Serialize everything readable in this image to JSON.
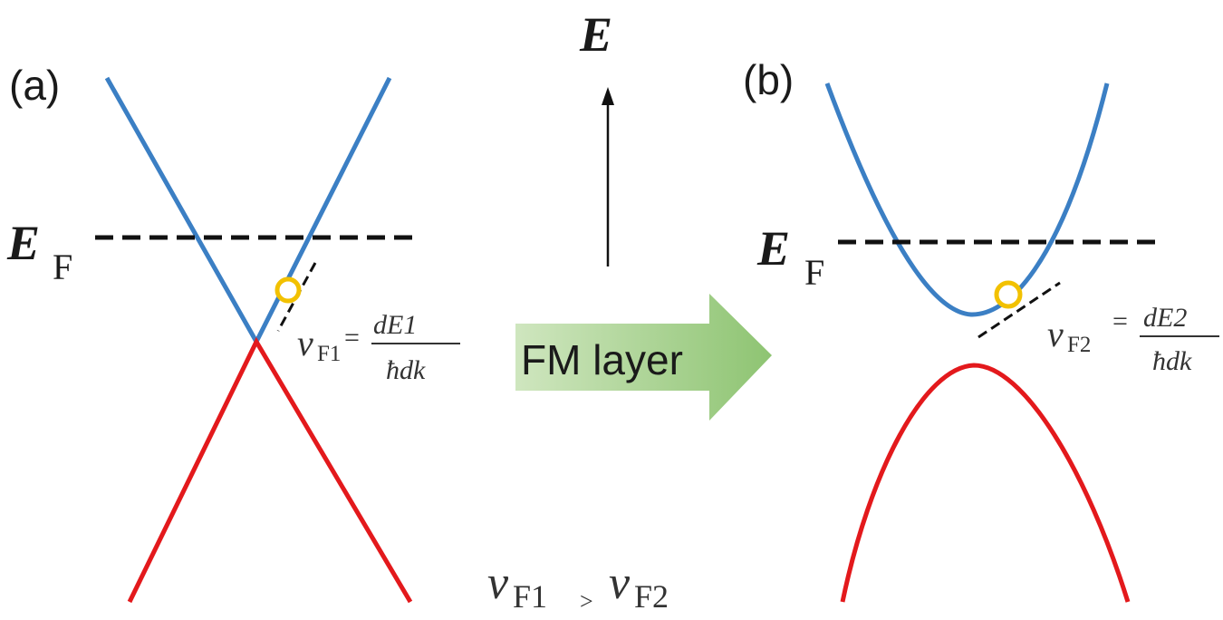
{
  "panel_a": {
    "label": "(a)",
    "fermi_symbol": "E",
    "fermi_subscript": "F",
    "velocity_symbol": "v",
    "velocity_subscript": "F1",
    "fraction_numerator": "dE1",
    "fraction_denominator": "ħdk"
  },
  "panel_b": {
    "label": "(b)",
    "fermi_symbol": "E",
    "fermi_subscript": "F",
    "velocity_symbol": "v",
    "velocity_subscript": "F2",
    "fraction_numerator": "dE2",
    "fraction_denominator": "ħdk"
  },
  "energy_axis_label": "E",
  "transition_arrow_label": "FM layer",
  "comparison": {
    "left_symbol": "v",
    "left_subscript": "F1",
    "operator": ">",
    "right_symbol": "v",
    "right_subscript": "F2"
  },
  "colors": {
    "conduction_band": "#3b7fc4",
    "valence_band": "#e3191c",
    "fermi_level": "#111111",
    "marker": "#f2c100",
    "arrow_fill": "#a9d18e"
  },
  "icons": {
    "energy_arrow": "up-arrow-icon",
    "transition_arrow": "right-arrow-icon",
    "state_marker": "circle-marker-icon"
  }
}
